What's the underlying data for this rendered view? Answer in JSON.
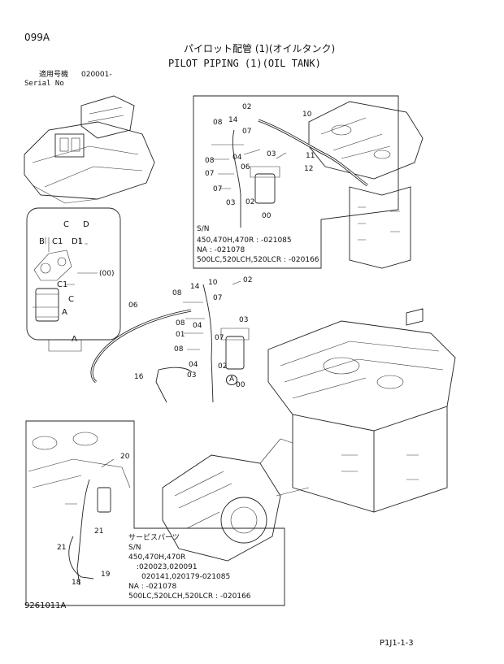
{
  "header": {
    "code": "099A",
    "title_jp": "パイロット配管 (1)(オイルタンク)",
    "title_en": "PILOT PIPING (1)(OIL TANK)",
    "serial_jp": "適用号機",
    "serial_value": "020001-",
    "serial_en": "Serial No"
  },
  "inset_top": {
    "labels": [
      "02",
      "10",
      "08",
      "14",
      "07",
      "03",
      "11",
      "12",
      "04",
      "08",
      "06",
      "07",
      "07",
      "02",
      "03",
      "00"
    ],
    "sn_lines": [
      "S/N",
      "450,470H,470R : -021085",
      "NA : -021078",
      "500LC,520LCH,520LCR : -020166"
    ]
  },
  "inset_left": {
    "labels": [
      "C",
      "D",
      "B",
      "C1",
      "D1",
      "(00)",
      "C1",
      "C",
      "A"
    ],
    "pointer": "A"
  },
  "main_labels": [
    "08",
    "10",
    "02",
    "14",
    "07",
    "06",
    "08",
    "04",
    "03",
    "01",
    "07",
    "08",
    "04",
    "02",
    "03",
    "00",
    "16",
    "A"
  ],
  "inset_bottom": {
    "labels": [
      "20",
      "21",
      "21",
      "18",
      "19"
    ],
    "service_lines": [
      "サービスパーツ",
      "S/N",
      "450,470H,470R",
      ":020023,020091",
      "020141,020179-021085",
      "NA : -021078",
      "500LC,520LCH,520LCR : -020166"
    ]
  },
  "footer": {
    "drawing_no": "9261011A",
    "page": "P1J1-1-3"
  }
}
